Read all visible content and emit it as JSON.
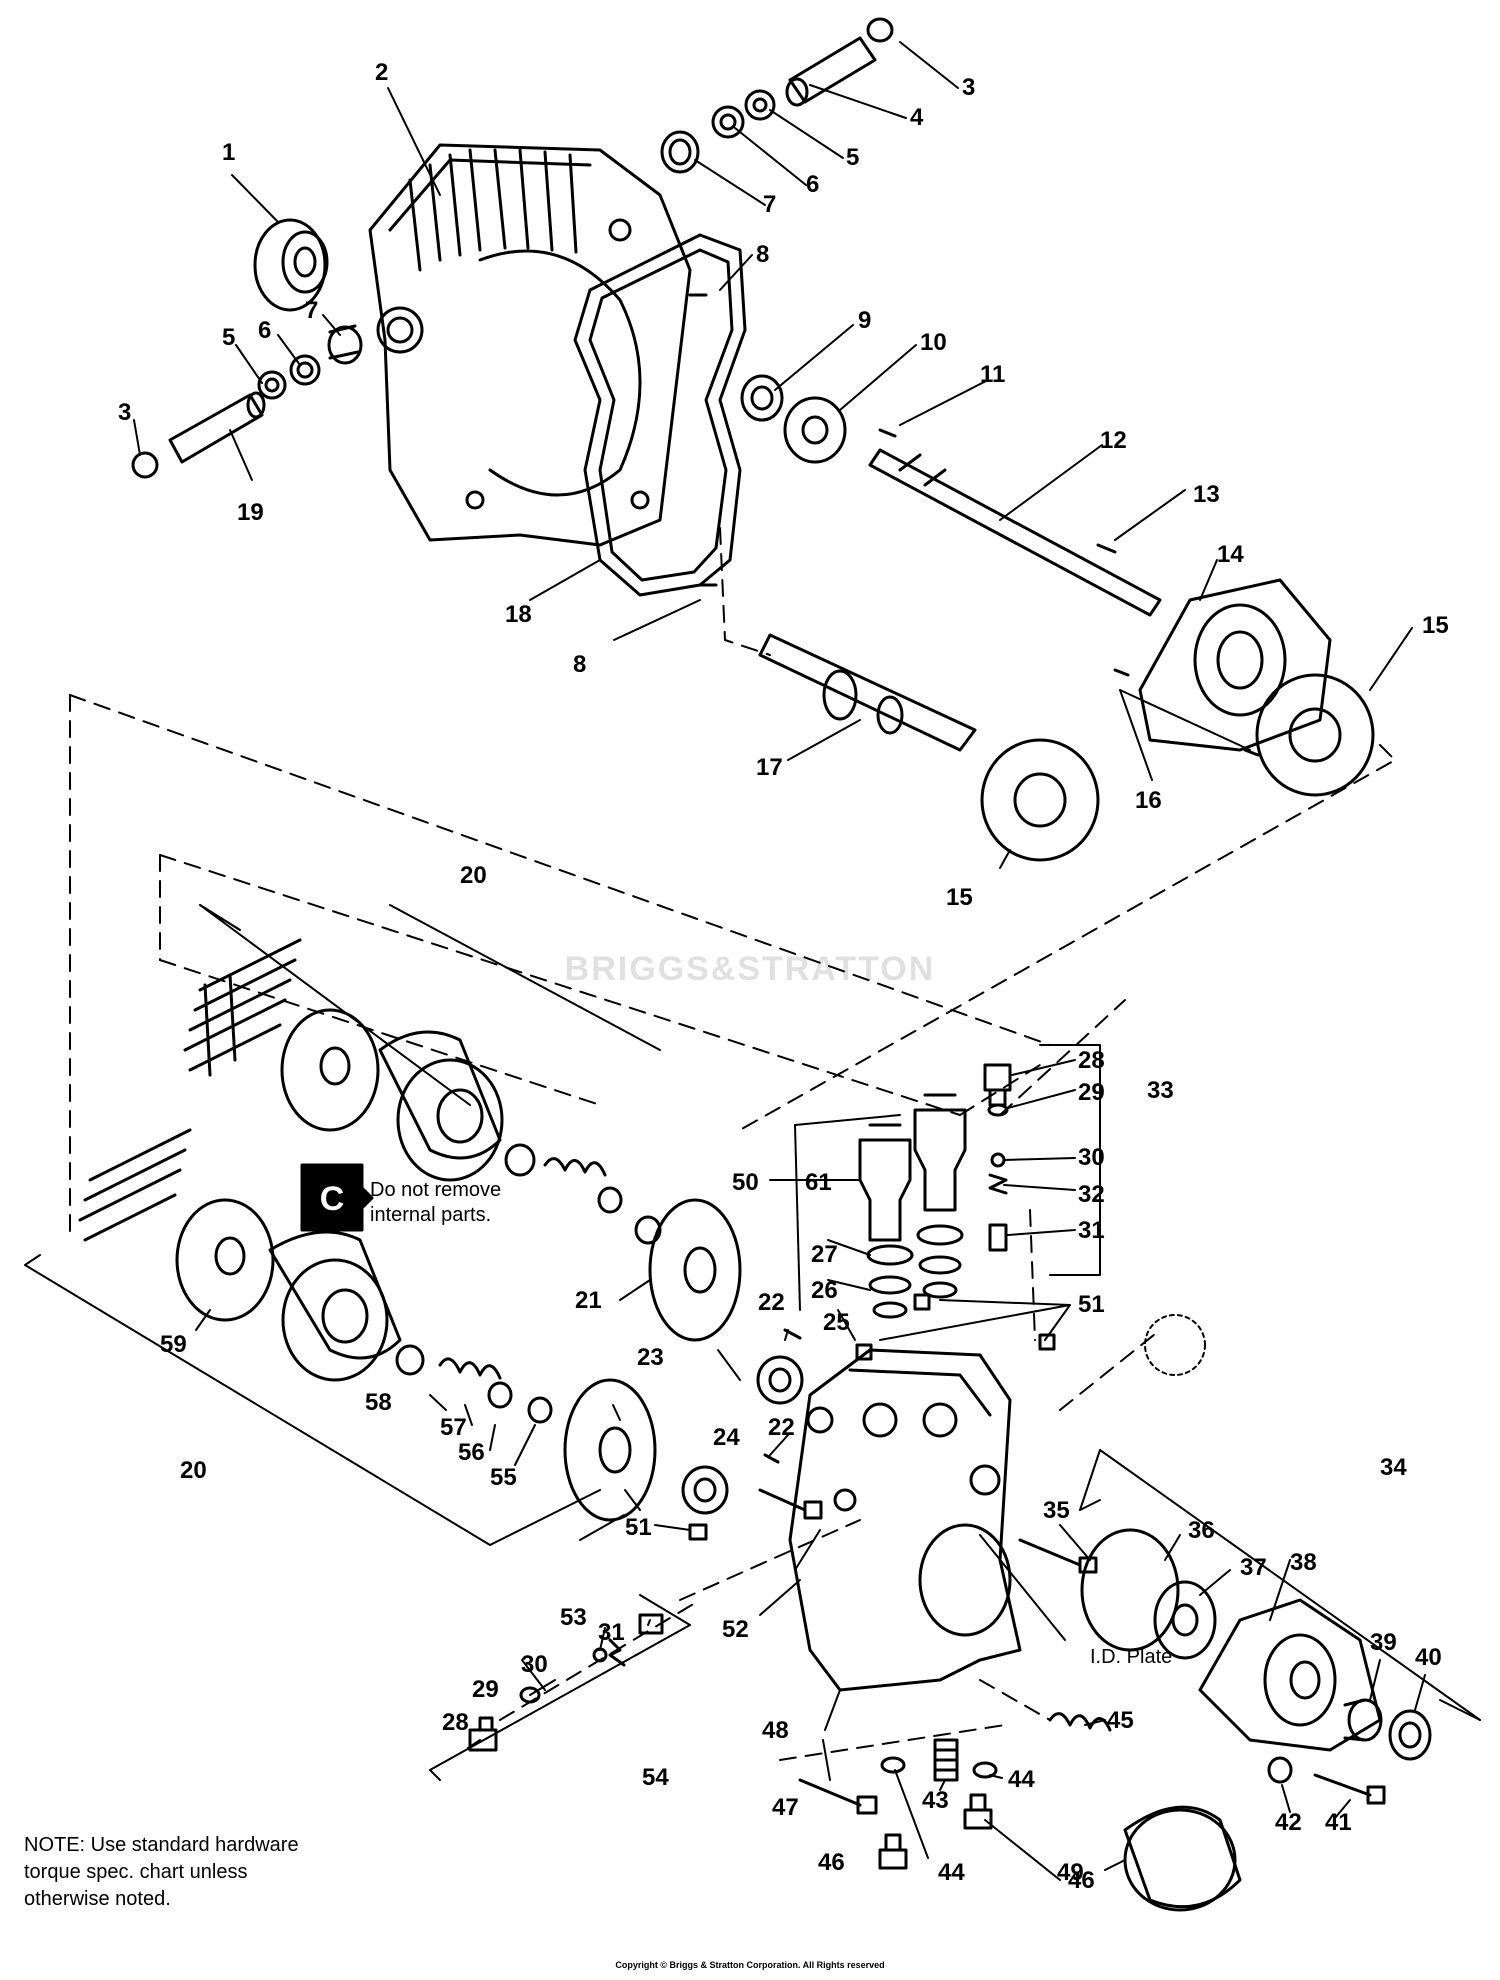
{
  "watermark": "BRIGGS&STRATTON",
  "warning": {
    "badge": "C",
    "text_line1": "Do not remove",
    "text_line2": "internal parts."
  },
  "id_plate_label": "I.D. Plate",
  "note": {
    "line1": "NOTE: Use standard hardware",
    "line2": "torque spec. chart unless",
    "line3": "otherwise noted."
  },
  "copyright": "Copyright © Briggs & Stratton Corporation. All Rights reserved",
  "callouts": [
    {
      "id": "c1",
      "label": "1"
    },
    {
      "id": "c2",
      "label": "2"
    },
    {
      "id": "c3a",
      "label": "3"
    },
    {
      "id": "c3b",
      "label": "3"
    },
    {
      "id": "c4",
      "label": "4"
    },
    {
      "id": "c5a",
      "label": "5"
    },
    {
      "id": "c5b",
      "label": "5"
    },
    {
      "id": "c6a",
      "label": "6"
    },
    {
      "id": "c6b",
      "label": "6"
    },
    {
      "id": "c7a",
      "label": "7"
    },
    {
      "id": "c7b",
      "label": "7"
    },
    {
      "id": "c8a",
      "label": "8"
    },
    {
      "id": "c8b",
      "label": "8"
    },
    {
      "id": "c9",
      "label": "9"
    },
    {
      "id": "c10",
      "label": "10"
    },
    {
      "id": "c11",
      "label": "11"
    },
    {
      "id": "c12",
      "label": "12"
    },
    {
      "id": "c13",
      "label": "13"
    },
    {
      "id": "c14",
      "label": "14"
    },
    {
      "id": "c15a",
      "label": "15"
    },
    {
      "id": "c15b",
      "label": "15"
    },
    {
      "id": "c16",
      "label": "16"
    },
    {
      "id": "c17",
      "label": "17"
    },
    {
      "id": "c18",
      "label": "18"
    },
    {
      "id": "c19",
      "label": "19"
    },
    {
      "id": "c20a",
      "label": "20"
    },
    {
      "id": "c20b",
      "label": "20"
    },
    {
      "id": "c21",
      "label": "21"
    },
    {
      "id": "c22a",
      "label": "22"
    },
    {
      "id": "c22b",
      "label": "22"
    },
    {
      "id": "c23",
      "label": "23"
    },
    {
      "id": "c24",
      "label": "24"
    },
    {
      "id": "c25",
      "label": "25"
    },
    {
      "id": "c26",
      "label": "26"
    },
    {
      "id": "c27",
      "label": "27"
    },
    {
      "id": "c28a",
      "label": "28"
    },
    {
      "id": "c28b",
      "label": "28"
    },
    {
      "id": "c29a",
      "label": "29"
    },
    {
      "id": "c29b",
      "label": "29"
    },
    {
      "id": "c30a",
      "label": "30"
    },
    {
      "id": "c30b",
      "label": "30"
    },
    {
      "id": "c31a",
      "label": "31"
    },
    {
      "id": "c31b",
      "label": "31"
    },
    {
      "id": "c32",
      "label": "32"
    },
    {
      "id": "c33",
      "label": "33"
    },
    {
      "id": "c34",
      "label": "34"
    },
    {
      "id": "c35",
      "label": "35"
    },
    {
      "id": "c36",
      "label": "36"
    },
    {
      "id": "c37",
      "label": "37"
    },
    {
      "id": "c38",
      "label": "38"
    },
    {
      "id": "c39",
      "label": "39"
    },
    {
      "id": "c40",
      "label": "40"
    },
    {
      "id": "c41",
      "label": "41"
    },
    {
      "id": "c42",
      "label": "42"
    },
    {
      "id": "c43",
      "label": "43"
    },
    {
      "id": "c44a",
      "label": "44"
    },
    {
      "id": "c44b",
      "label": "44"
    },
    {
      "id": "c45",
      "label": "45"
    },
    {
      "id": "c46a",
      "label": "46"
    },
    {
      "id": "c46b",
      "label": "46"
    },
    {
      "id": "c47",
      "label": "47"
    },
    {
      "id": "c48",
      "label": "48"
    },
    {
      "id": "c49",
      "label": "49"
    },
    {
      "id": "c50",
      "label": "50"
    },
    {
      "id": "c51a",
      "label": "51"
    },
    {
      "id": "c51b",
      "label": "51"
    },
    {
      "id": "c52",
      "label": "52"
    },
    {
      "id": "c53",
      "label": "53"
    },
    {
      "id": "c54",
      "label": "54"
    },
    {
      "id": "c55",
      "label": "55"
    },
    {
      "id": "c56",
      "label": "56"
    },
    {
      "id": "c57",
      "label": "57"
    },
    {
      "id": "c58",
      "label": "58"
    },
    {
      "id": "c59",
      "label": "59"
    },
    {
      "id": "c61",
      "label": "61"
    }
  ]
}
